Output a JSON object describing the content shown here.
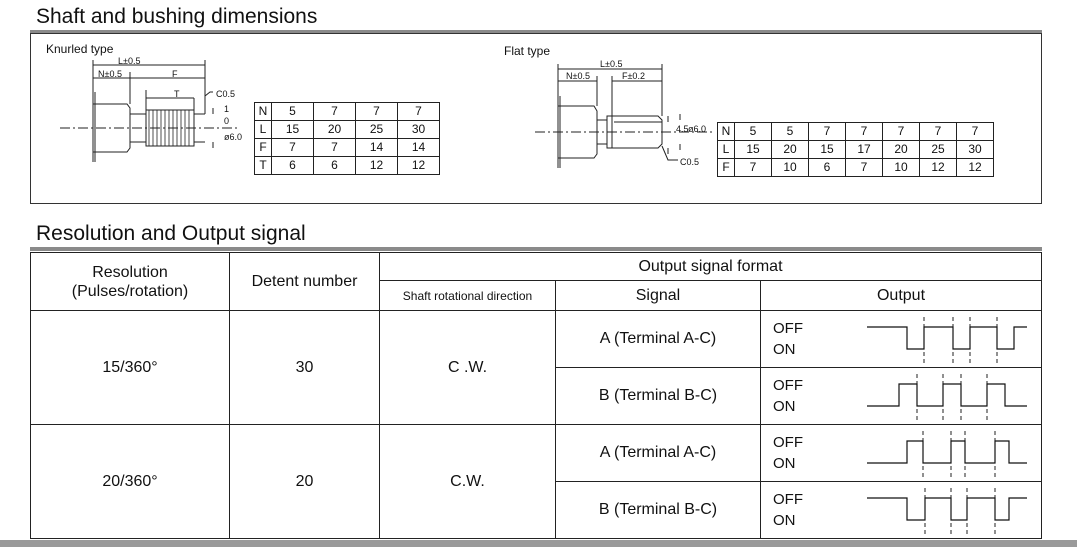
{
  "section1": {
    "title": "Shaft and bushing dimensions",
    "knurled": {
      "label": "Knurled type",
      "dims": {
        "L": "L±0.5",
        "N": "N±0.5",
        "F": "F",
        "T": "T",
        "C": "C0.5",
        "one": "1",
        "zero": "0",
        "d": "ø6.0"
      },
      "table": [
        [
          "N",
          "5",
          "7",
          "7",
          "7"
        ],
        [
          "L",
          "15",
          "20",
          "25",
          "30"
        ],
        [
          "F",
          "7",
          "7",
          "14",
          "14"
        ],
        [
          "T",
          "6",
          "6",
          "12",
          "12"
        ]
      ]
    },
    "flat": {
      "label": "Flat type",
      "dims": {
        "L": "L±0.5",
        "N": "N±0.5",
        "F": "F±0.2",
        "w": "4.5",
        "d": "ø6.0",
        "C": "C0.5"
      },
      "table": [
        [
          "N",
          "5",
          "5",
          "7",
          "7",
          "7",
          "7",
          "7"
        ],
        [
          "L",
          "15",
          "20",
          "15",
          "17",
          "20",
          "25",
          "30"
        ],
        [
          "F",
          "7",
          "10",
          "6",
          "7",
          "10",
          "12",
          "12"
        ]
      ]
    }
  },
  "section2": {
    "title": "Resolution and Output signal",
    "headers": {
      "resolution": "Resolution\n(Pulses/rotation)",
      "detent": "Detent number",
      "format": "Output signal format",
      "direction": "Shaft rotational direction",
      "signal": "Signal",
      "output": "Output"
    },
    "off": "OFF",
    "on": "ON",
    "rows": [
      {
        "resolution": "15/360°",
        "detent": "30",
        "direction": "C .W.",
        "signals": [
          {
            "name": "A (Terminal A-C)",
            "wave": "a15"
          },
          {
            "name": "B (Terminal B-C)",
            "wave": "b15"
          }
        ]
      },
      {
        "resolution": "20/360°",
        "detent": "20",
        "direction": "C.W.",
        "signals": [
          {
            "name": "A (Terminal A-C)",
            "wave": "a20"
          },
          {
            "name": "B (Terminal B-C)",
            "wave": "b20"
          }
        ]
      }
    ]
  }
}
